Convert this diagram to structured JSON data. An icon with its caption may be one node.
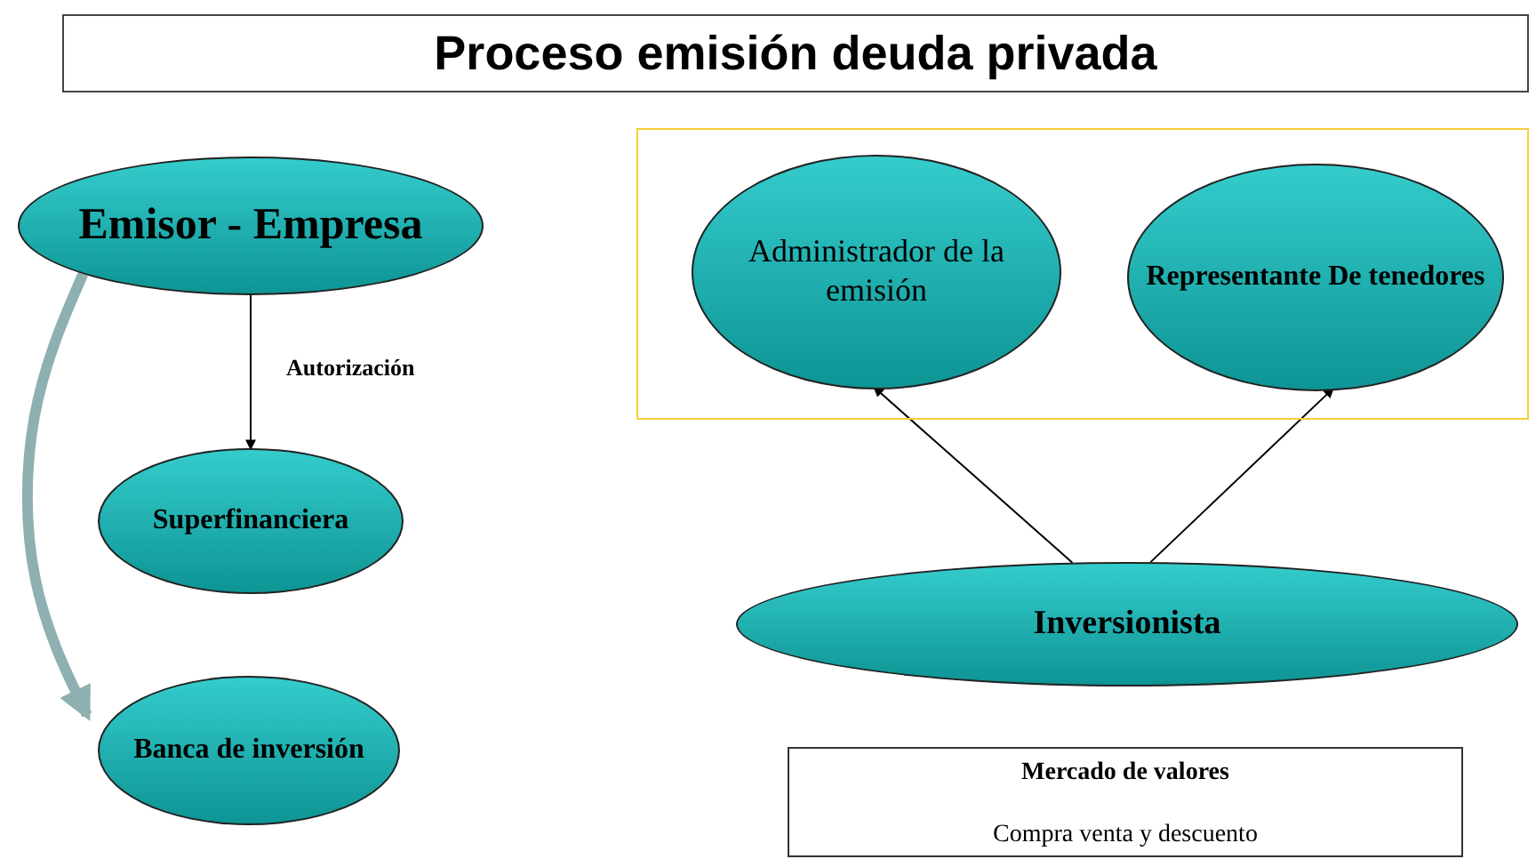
{
  "diagram": {
    "title": "Proceso emisión deuda privada",
    "nodes": [
      {
        "text": [
          "Emisor - Empresa"
        ]
      },
      {
        "text": [
          "Superfinanciera"
        ]
      },
      {
        "text": [
          "Banca de inversión"
        ]
      },
      {
        "text": [],
        "shape": "box"
      },
      {
        "text": [
          "Administrador de la emisión"
        ],
        "in": 3
      },
      {
        "text": [
          "Representante De tenedores"
        ],
        "in": 3
      },
      {
        "text": [
          "Inversionista"
        ]
      },
      {
        "text": [
          "Mercado de valores",
          "Compra venta y descuento"
        ]
      }
    ],
    "edges": [
      {
        "from": 0,
        "to": 1,
        "arrow": "to",
        "label": "Autorización"
      },
      {
        "from": 0,
        "to": 2,
        "arrow": "to",
        "style": "thick",
        "color": "#8fb0b0"
      },
      {
        "from": 6,
        "to": 4,
        "arrow": "to"
      },
      {
        "from": 6,
        "to": 5,
        "arrow": "to"
      }
    ]
  }
}
